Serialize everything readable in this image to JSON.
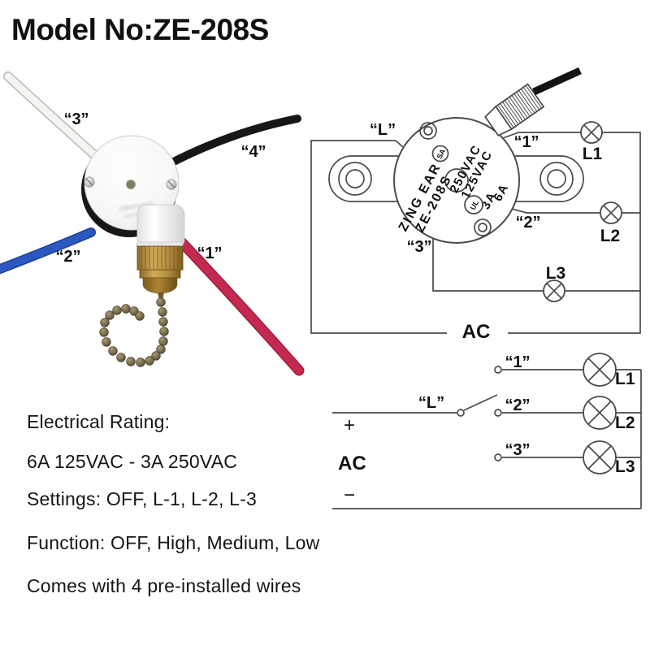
{
  "title": "Model No:ZE-208S",
  "colors": {
    "wire_white": "#f4f4f1",
    "wire_black": "#171717",
    "wire_blue": "#2b57c1",
    "wire_red": "#c42a50",
    "brass": "#b08c3e",
    "chain_bead": "#6d6247",
    "diagram_line": "#4a4a4a",
    "text": "#111111"
  },
  "photo": {
    "labels": {
      "w1": "“1”",
      "w2": "“2”",
      "w3": "“3”",
      "w4": "“4”"
    }
  },
  "diagram": {
    "terminals": {
      "L": "“L”",
      "t1": "“1”",
      "t2": "“2”",
      "t3": "“3”"
    },
    "lamps": {
      "l1": "L1",
      "l2": "L2",
      "l3": "L3"
    },
    "ac": "AC",
    "face": {
      "brand": "ZING EAR",
      "model": "ZE-208S",
      "volt1": "250VAC",
      "volt2": "125VAC",
      "amp1": "3A",
      "amp2": "6A",
      "ul": "UL",
      "csa": "SA"
    }
  },
  "schematic": {
    "terminals": {
      "L": "“L”",
      "t1": "“1”",
      "t2": "“2”",
      "t3": "“3”"
    },
    "lamps": {
      "l1": "L1",
      "l2": "L2",
      "l3": "L3"
    },
    "ac": "AC",
    "plus": "+",
    "minus": "−"
  },
  "specs": {
    "line1": "Electrical Rating:",
    "line2": "6A 125VAC - 3A 250VAC",
    "line3": "Settings: OFF, L-1, L-2, L-3",
    "line4": "Function: OFF, High, Medium, Low",
    "line5": "Comes with 4 pre-installed wires"
  }
}
